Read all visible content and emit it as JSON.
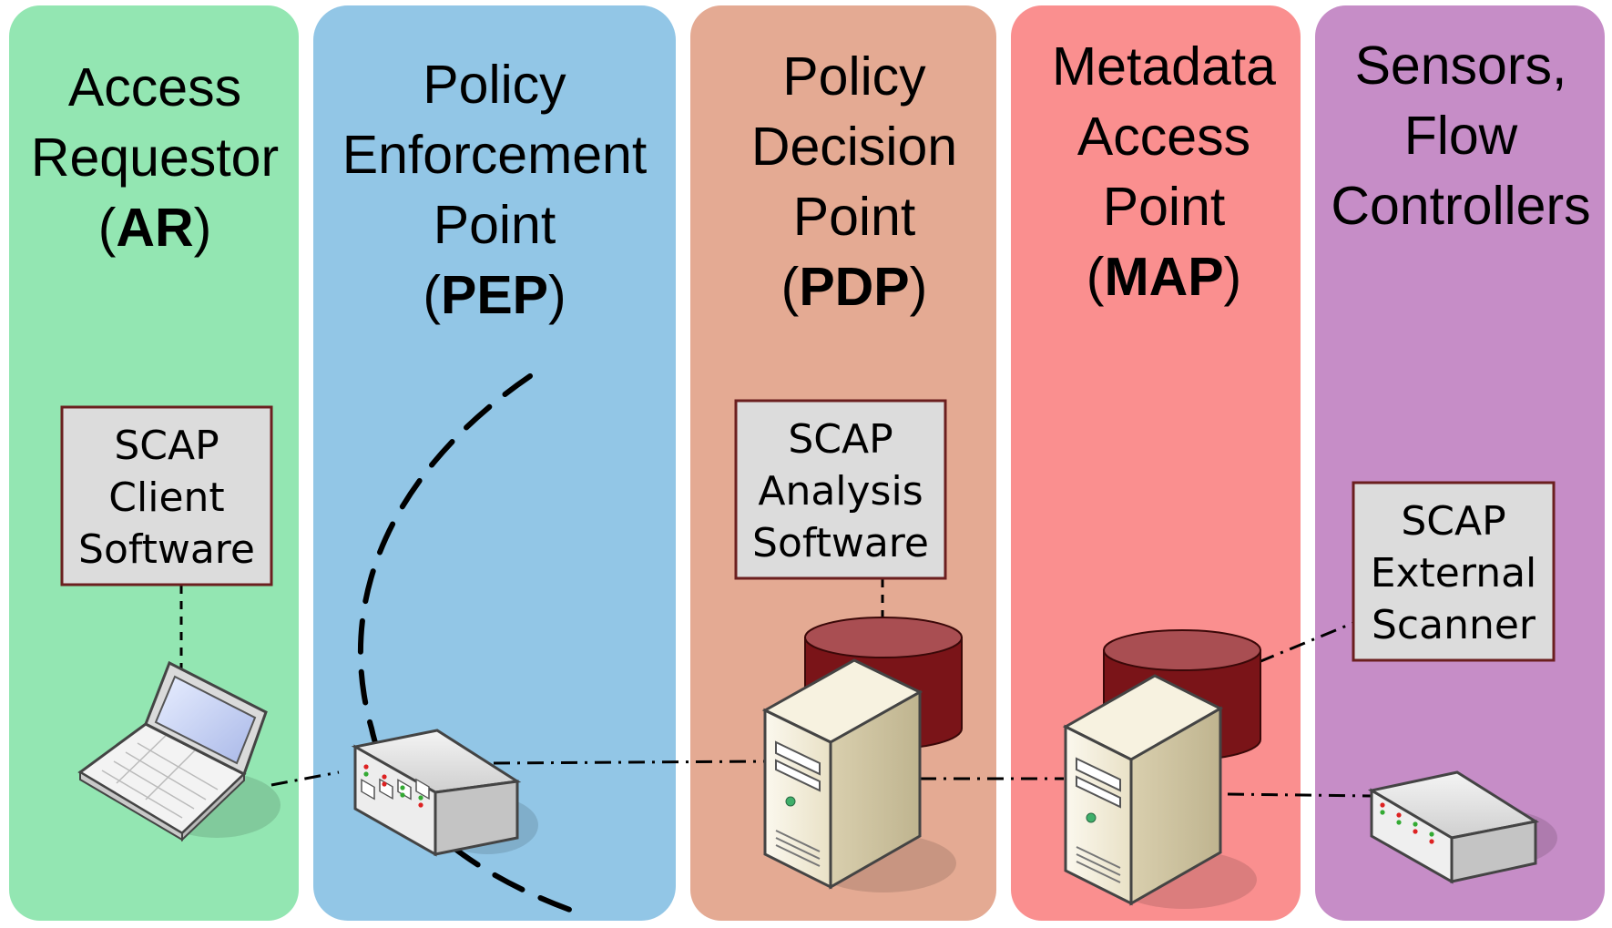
{
  "columns": [
    {
      "title_lines": [
        "Access",
        "Requestor"
      ],
      "abbr": "AR",
      "color": "#93E6B2"
    },
    {
      "title_lines": [
        "Policy",
        "Enforcement",
        "Point"
      ],
      "abbr": "PEP",
      "color": "#92C6E6"
    },
    {
      "title_lines": [
        "Policy",
        "Decision",
        "Point"
      ],
      "abbr": "PDP",
      "color": "#E4AA93"
    },
    {
      "title_lines": [
        "Metadata",
        "Access",
        "Point"
      ],
      "abbr": "MAP",
      "color": "#FA8F8F"
    },
    {
      "title_lines": [
        "Sensors,",
        "Flow",
        "Controllers"
      ],
      "abbr": "",
      "color": "#C68DC7"
    }
  ],
  "boxes": {
    "client": [
      "SCAP",
      "Client",
      "Software"
    ],
    "analysis": [
      "SCAP",
      "Analysis",
      "Software"
    ],
    "scanner": [
      "SCAP",
      "External",
      "Scanner"
    ]
  },
  "colors": {
    "box_fill": "#DCDCDC",
    "box_border": "#6B1F1F",
    "database": "#7A1418",
    "server_body": "#F1EBD4"
  },
  "icons": [
    "laptop-icon",
    "network-switch-icon",
    "server-icon",
    "database-icon",
    "sensor-device-icon"
  ]
}
